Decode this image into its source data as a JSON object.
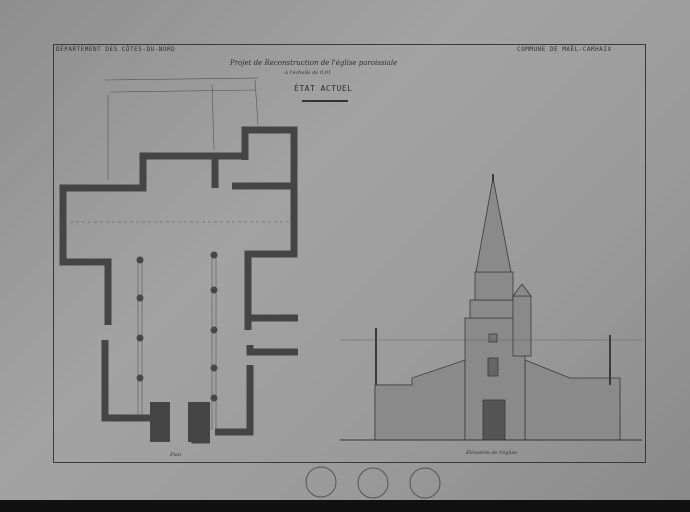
{
  "header": {
    "department": "DÉPARTEMENT DES CÔTES-DU-NORD",
    "commune": "COMMUNE DE MAËL-CARHAIX",
    "title": "Projet de Reconstruction de l'église paroissiale",
    "subtitle": "à l'échelle de 0,01",
    "state": "ÉTAT ACTUEL"
  },
  "captions": {
    "plan": "Plan",
    "elevation": "Élévation de l'église"
  },
  "colors": {
    "paper": "#9a9a9a",
    "ink": "#3a3a3a"
  }
}
